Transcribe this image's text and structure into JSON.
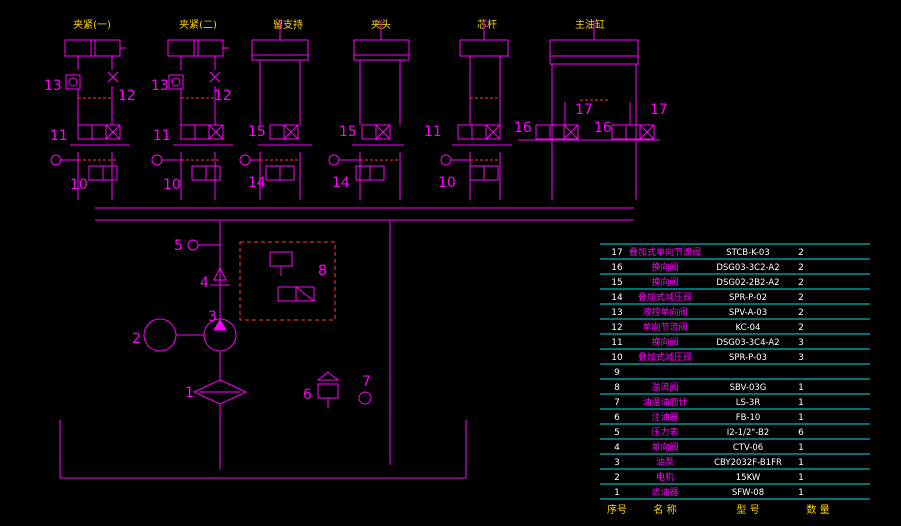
{
  "colors": {
    "magenta": "#ff00ff",
    "red": "#ff3b3b",
    "cyan": "#00e5e5",
    "white": "#ffffff",
    "yellow": "#ffd400"
  },
  "cylinders": [
    {
      "label": "夹紧(一)"
    },
    {
      "label": "夹紧(二)"
    },
    {
      "label": "留支持"
    },
    {
      "label": "夹头"
    },
    {
      "label": "芯杆"
    },
    {
      "label": "主油缸"
    }
  ],
  "callouts": {
    "c1": "1",
    "c2": "2",
    "c3": "3",
    "c4": "4",
    "c5": "5",
    "c6": "6",
    "c7": "7",
    "c8": "8",
    "c13a": "13",
    "c12a": "12",
    "c13b": "13",
    "c12b": "12",
    "c11a": "11",
    "c11b": "11",
    "c11c": "11",
    "c15a": "15",
    "c15b": "15",
    "c16a": "16",
    "c16b": "16",
    "c17a": "17",
    "c17b": "17",
    "c10a": "10",
    "c10b": "10",
    "c10c": "10",
    "c14a": "14",
    "c14b": "14"
  },
  "bom": {
    "rows": [
      {
        "no": "17",
        "name": "叠加式单向节流阀",
        "model": "STCB-K-03",
        "qty": "2"
      },
      {
        "no": "16",
        "name": "换向阀",
        "model": "DSG03-3C2-A2",
        "qty": "2"
      },
      {
        "no": "15",
        "name": "换向阀",
        "model": "DSG02-2B2-A2",
        "qty": "2"
      },
      {
        "no": "14",
        "name": "叠加式减压阀",
        "model": "SPR-P-02",
        "qty": "2"
      },
      {
        "no": "13",
        "name": "液控单向阀",
        "model": "SPV-A-03",
        "qty": "2"
      },
      {
        "no": "12",
        "name": "单向节流阀",
        "model": "KC-04",
        "qty": "2"
      },
      {
        "no": "11",
        "name": "换向阀",
        "model": "DSG03-3C4-A2",
        "qty": "3"
      },
      {
        "no": "10",
        "name": "叠加式减压阀",
        "model": "SPR-P-03",
        "qty": "3"
      },
      {
        "no": "9",
        "name": "",
        "model": "",
        "qty": ""
      },
      {
        "no": "8",
        "name": "溢流阀",
        "model": "SBV-03G",
        "qty": "1"
      },
      {
        "no": "7",
        "name": "油温油面计",
        "model": "LS-3R",
        "qty": "1"
      },
      {
        "no": "6",
        "name": "注油器",
        "model": "FB-10",
        "qty": "1"
      },
      {
        "no": "5",
        "name": "压力表",
        "model": "I2-1/2\"-B2",
        "qty": "6"
      },
      {
        "no": "4",
        "name": "单向阀",
        "model": "CTV-06",
        "qty": "1"
      },
      {
        "no": "3",
        "name": "油泵",
        "model": "CBY2032F-B1FR",
        "qty": "1"
      },
      {
        "no": "2",
        "name": "电机",
        "model": "15KW",
        "qty": "1"
      },
      {
        "no": "1",
        "name": "滤油器",
        "model": "SFW-08",
        "qty": "1"
      }
    ],
    "header": {
      "no": "序号",
      "name": "名  称",
      "model": "型    号",
      "qty": "数    量"
    }
  }
}
